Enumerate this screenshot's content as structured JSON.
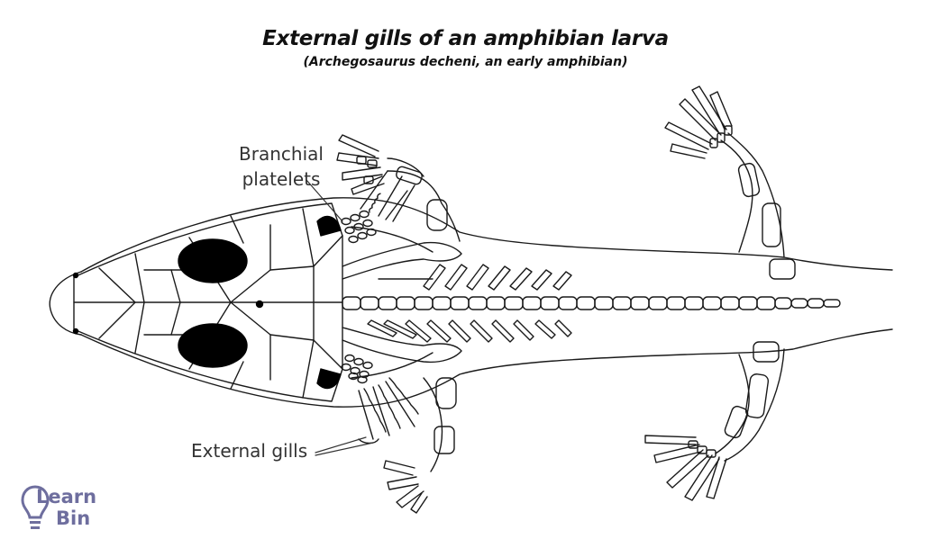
{
  "header": {
    "title": "External gills of an amphibian larva",
    "subtitle": "(Archegosaurus decheni, an early amphibian)"
  },
  "labels": {
    "branchial_line1": "Branchial",
    "branchial_line2": "platelets",
    "external_gills": "External gills"
  },
  "logo": {
    "line1": "Learn",
    "line2": "Bin",
    "color": "#6e6e9e"
  }
}
